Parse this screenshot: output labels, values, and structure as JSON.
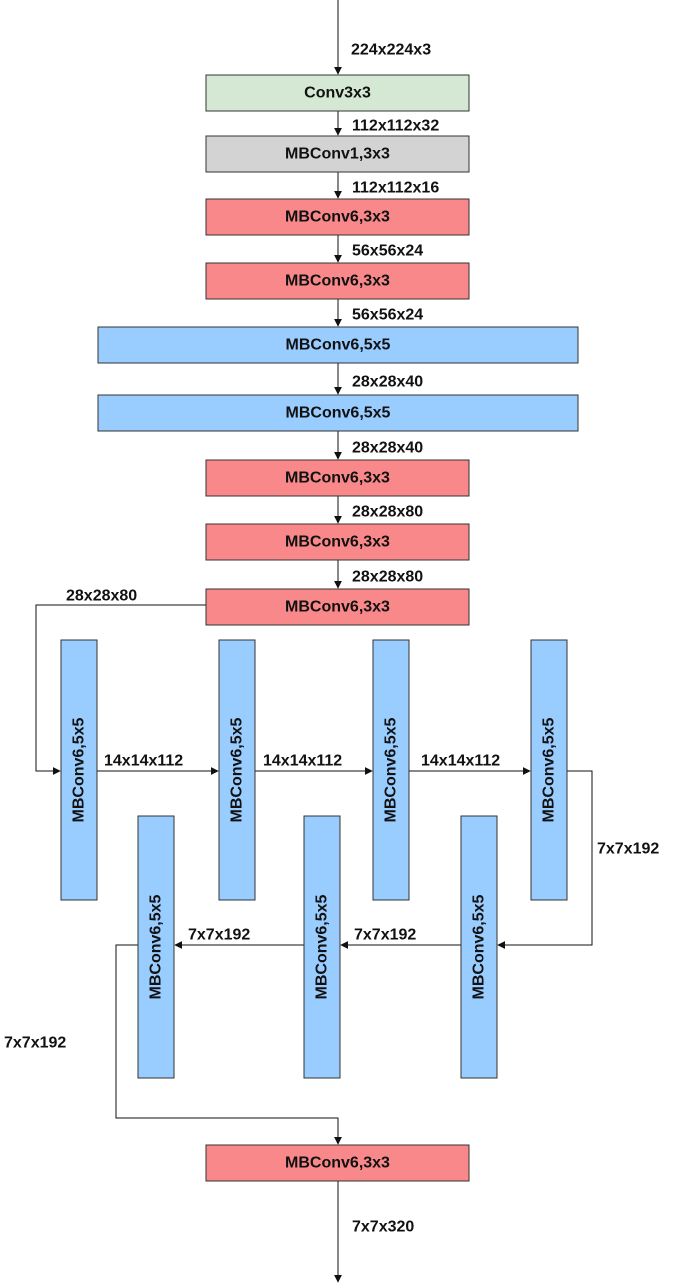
{
  "colors": {
    "conv": "#d5e8d4",
    "mbconv1": "#d3d3d3",
    "mbconv6_3x3": "#f8888a",
    "mbconv6_5x5": "#99ccff",
    "line": "#111111"
  },
  "blocks": [
    {
      "id": "b1",
      "label": "Conv3x3",
      "kind": "conv"
    },
    {
      "id": "b2",
      "label": "MBConv1,3x3",
      "kind": "mbconv1"
    },
    {
      "id": "b3",
      "label": "MBConv6,3x3",
      "kind": "mbconv6_3x3"
    },
    {
      "id": "b4",
      "label": "MBConv6,3x3",
      "kind": "mbconv6_3x3"
    },
    {
      "id": "b5",
      "label": "MBConv6,5x5",
      "kind": "mbconv6_5x5"
    },
    {
      "id": "b6",
      "label": "MBConv6,5x5",
      "kind": "mbconv6_5x5"
    },
    {
      "id": "b7",
      "label": "MBConv6,3x3",
      "kind": "mbconv6_3x3"
    },
    {
      "id": "b8",
      "label": "MBConv6,3x3",
      "kind": "mbconv6_3x3"
    },
    {
      "id": "b9",
      "label": "MBConv6,3x3",
      "kind": "mbconv6_3x3"
    },
    {
      "id": "v1",
      "label": "MBConv6,5x5",
      "kind": "mbconv6_5x5"
    },
    {
      "id": "v2",
      "label": "MBConv6,5x5",
      "kind": "mbconv6_5x5"
    },
    {
      "id": "v3",
      "label": "MBConv6,5x5",
      "kind": "mbconv6_5x5"
    },
    {
      "id": "v4",
      "label": "MBConv6,5x5",
      "kind": "mbconv6_5x5"
    },
    {
      "id": "v5",
      "label": "MBConv6,5x5",
      "kind": "mbconv6_5x5"
    },
    {
      "id": "v6",
      "label": "MBConv6,5x5",
      "kind": "mbconv6_5x5"
    },
    {
      "id": "v7",
      "label": "MBConv6,5x5",
      "kind": "mbconv6_5x5"
    },
    {
      "id": "b10",
      "label": "MBConv6,3x3",
      "kind": "mbconv6_3x3"
    }
  ],
  "edge_labels": [
    "224x224x3",
    "112x112x32",
    "112x112x16",
    "56x56x24",
    "56x56x24",
    "28x28x40",
    "28x28x40",
    "28x28x80",
    "28x28x80",
    "28x28x80",
    "14x14x112",
    "14x14x112",
    "14x14x112",
    "7x7x192",
    "7x7x192",
    "7x7x192",
    "7x7x192",
    "7x7x320"
  ]
}
